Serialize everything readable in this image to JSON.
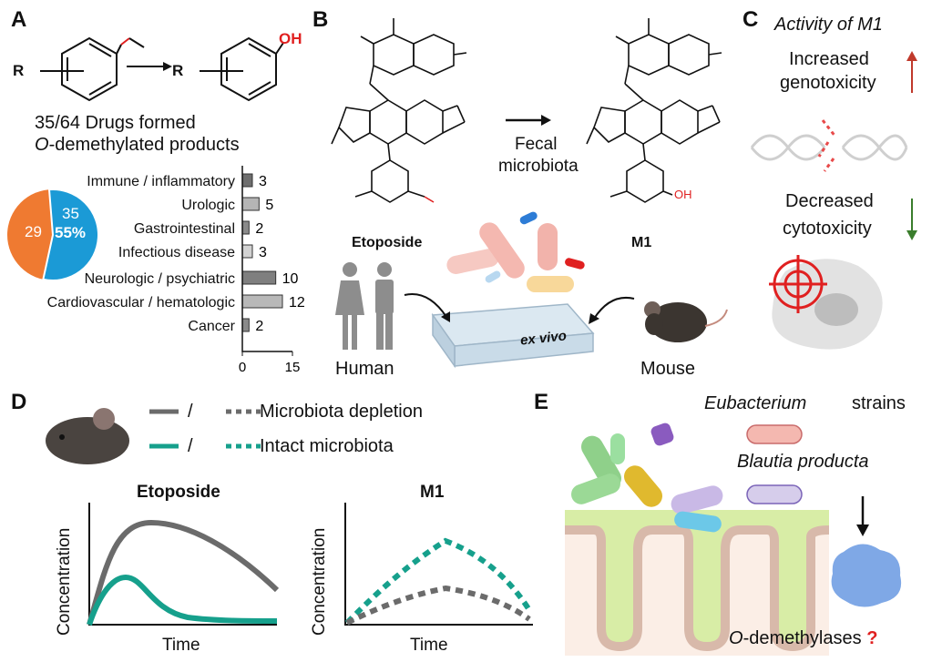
{
  "panels": {
    "a": "A",
    "b": "B",
    "c": "C",
    "d": "D",
    "e": "E"
  },
  "panelA": {
    "r_left": "R",
    "r_right": "R",
    "oh": "OH",
    "summary_line1": "35/64 Drugs formed",
    "summary_line2_prefix": "O",
    "summary_line2_rest": "-demethylated products",
    "pie": {
      "formed": 35,
      "not_formed": 29,
      "percent_label": "55%",
      "formed_color": "#1b9ad6",
      "not_formed_color": "#ef7a31"
    },
    "bar_axis_ticks": [
      "0",
      "15"
    ],
    "bar_axis_max": 15
  },
  "chart_data": {
    "type": "bar",
    "orientation": "horizontal",
    "categories": [
      "Immune / inflammatory",
      "Urologic",
      "Gastrointestinal",
      "Infectious disease",
      "Neurologic / psychiatric",
      "Cardiovascular / hematologic",
      "Cancer"
    ],
    "values": [
      3,
      5,
      2,
      3,
      10,
      12,
      2
    ],
    "xlim": [
      0,
      15
    ],
    "xticks": [
      0,
      15
    ]
  },
  "panelB": {
    "etoposide_label": "Etoposide",
    "m1_label": "M1",
    "arrow_line1": "Fecal",
    "arrow_line2": "microbiota",
    "human_label": "Human",
    "mouse_label": "Mouse",
    "plate_label": "ex vivo",
    "oh": "OH"
  },
  "panelC": {
    "title": "Activity of M1",
    "up_line1": "Increased",
    "up_line2": "genotoxicity",
    "down_line1": "Decreased",
    "down_line2": "cytotoxicity",
    "up_color": "#c0392b",
    "down_color": "#3a7d2c"
  },
  "panelD": {
    "slash": "/",
    "legend1": "Microbiota depletion",
    "legend2": "Intact microbiota",
    "depletion_color": "#6b6b6b",
    "intact_color": "#16a08c",
    "plot1_title": "Etoposide",
    "plot2_title": "M1",
    "ylabel": "Concentration",
    "xlabel": "Time"
  },
  "panelE": {
    "eubacterium": "Eubacterium",
    "strains": "strains",
    "blautia": "Blautia producta",
    "enzyme_prefix": "O",
    "enzyme_rest": "-demethylases",
    "question": "?"
  }
}
